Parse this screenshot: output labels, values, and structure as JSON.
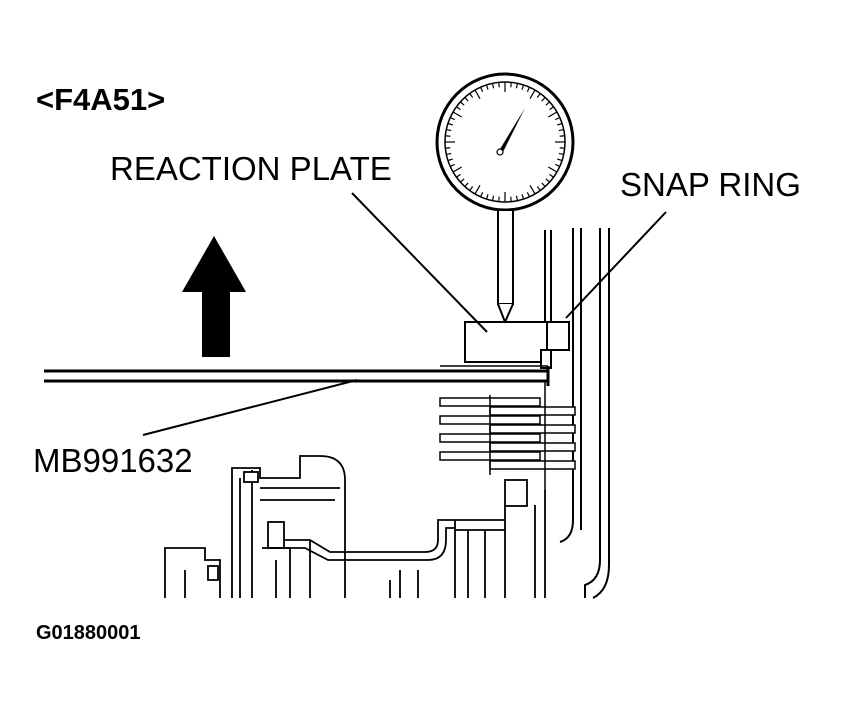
{
  "figure": {
    "model_code": "<F4A51>",
    "labels": {
      "reaction_plate": "REACTION PLATE",
      "snap_ring": "SNAP RING",
      "tool": "MB991632"
    },
    "figure_id": "G01880001"
  }
}
